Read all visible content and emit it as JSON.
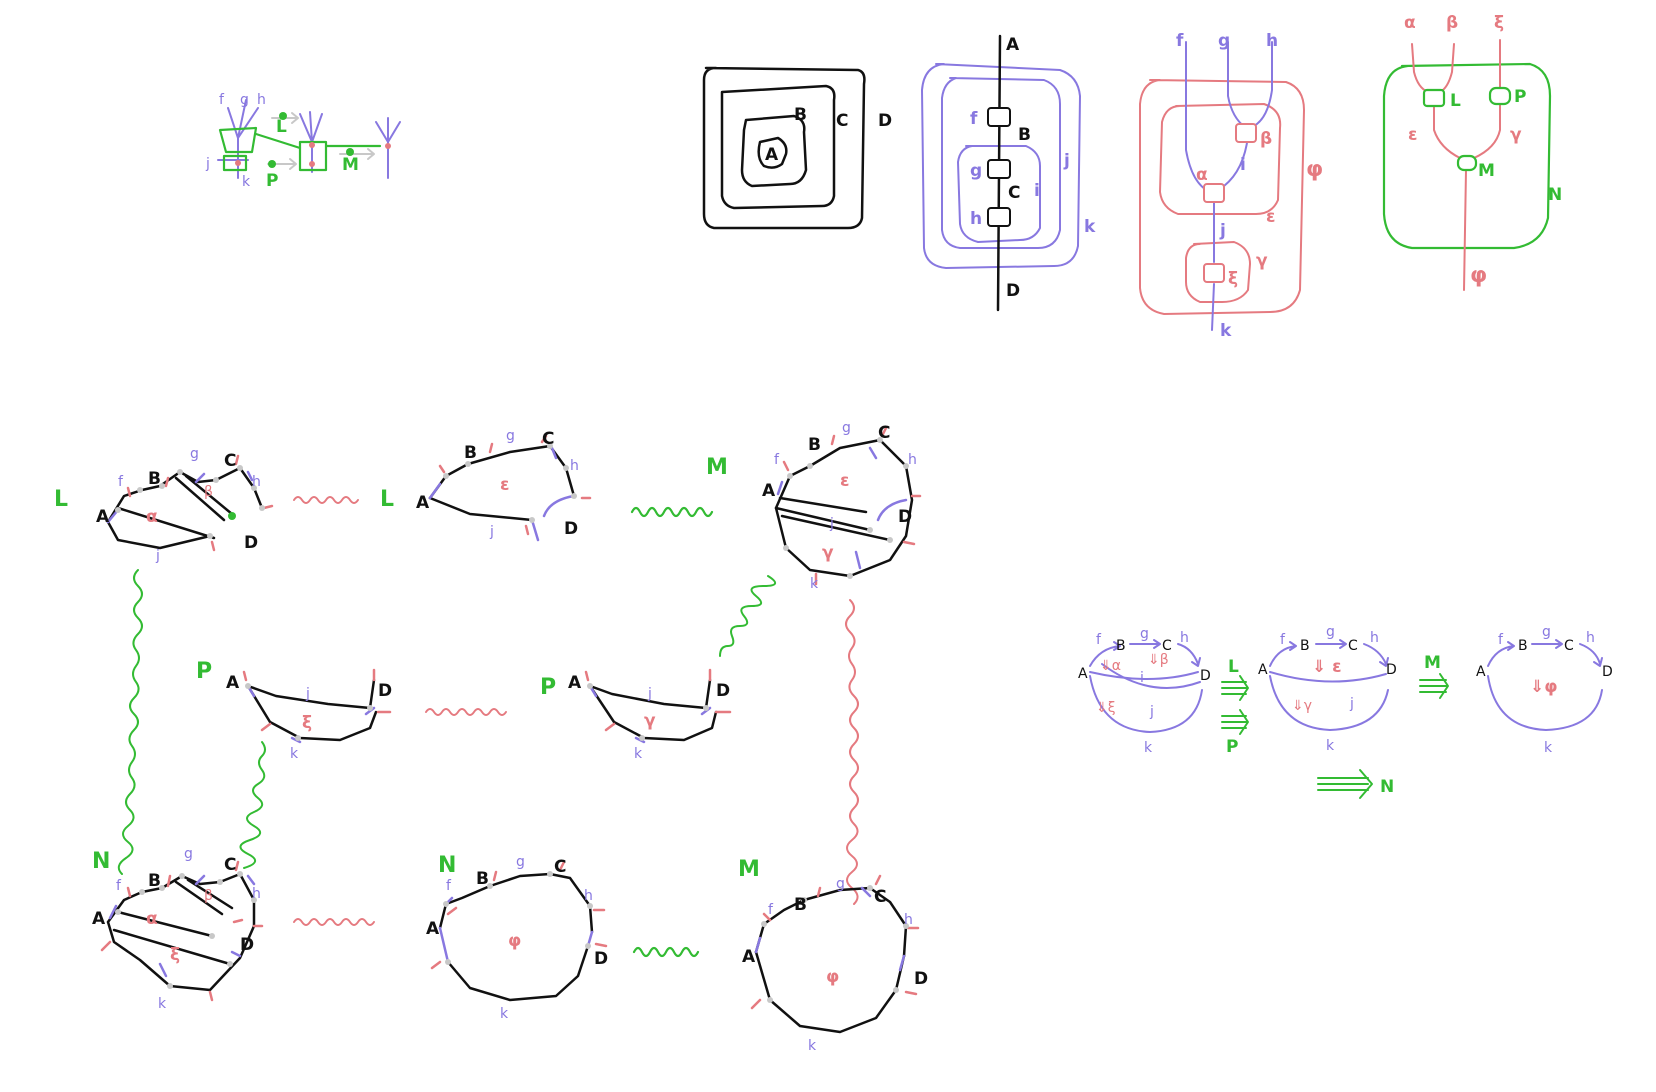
{
  "colors": {
    "black": "#111111",
    "purple": "#8878e0",
    "red": "#e57a80",
    "green": "#33bb33",
    "grey": "#c8c8c8",
    "background": "#ffffff"
  },
  "small_sketch": {
    "top_labels": [
      "f",
      "g",
      "h"
    ],
    "left_labels": [
      "j",
      "k"
    ],
    "green_labels": [
      "L",
      "P",
      "M"
    ]
  },
  "nested_black": {
    "labels": [
      "A",
      "B",
      "C",
      "D"
    ]
  },
  "nested_purple": {
    "wire_labels": [
      "A",
      "B",
      "C",
      "D"
    ],
    "box_labels": [
      "f",
      "g",
      "h"
    ],
    "region_labels": [
      "i",
      "j",
      "k"
    ]
  },
  "nested_red": {
    "wire_labels": [
      "f",
      "g",
      "h",
      "i",
      "j",
      "k"
    ],
    "node_labels": [
      "α",
      "β",
      "ξ"
    ],
    "region_labels": [
      "ε",
      "γ",
      "φ"
    ]
  },
  "nested_green": {
    "top_labels": [
      "α",
      "β",
      "ξ"
    ],
    "box_labels": [
      "L",
      "P",
      "M"
    ],
    "region_labels": [
      "ε",
      "γ",
      "N"
    ],
    "bottom_label": "φ"
  },
  "grid": {
    "r1c1": {
      "step": "L",
      "vertices": [
        "A",
        "B",
        "C",
        "D"
      ],
      "edges": [
        "f",
        "g",
        "h",
        "j"
      ],
      "cells": [
        "α",
        "β"
      ]
    },
    "r1c2": {
      "step": "L",
      "vertices": [
        "A",
        "B",
        "C",
        "D"
      ],
      "edges": [
        "g",
        "h",
        "j"
      ],
      "cells": [
        "ε"
      ]
    },
    "r1c3": {
      "step": "M",
      "vertices": [
        "A",
        "B",
        "C",
        "D"
      ],
      "edges": [
        "f",
        "g",
        "h",
        "j",
        "k"
      ],
      "cells": [
        "ε",
        "γ"
      ]
    },
    "r2c1": {
      "step": "P",
      "vertices": [
        "A",
        "D"
      ],
      "edges": [
        "j",
        "k"
      ],
      "cells": [
        "ξ"
      ]
    },
    "r2c2": {
      "step": "P",
      "vertices": [
        "A",
        "D"
      ],
      "edges": [
        "j",
        "k"
      ],
      "cells": [
        "γ"
      ]
    },
    "r3c1": {
      "step": "N",
      "vertices": [
        "A",
        "B",
        "C",
        "D"
      ],
      "edges": [
        "f",
        "g",
        "h",
        "k"
      ],
      "cells": [
        "α",
        "β",
        "ξ"
      ]
    },
    "r3c2": {
      "step": "N",
      "vertices": [
        "A",
        "B",
        "C",
        "D"
      ],
      "edges": [
        "f",
        "g",
        "h",
        "k"
      ],
      "cells": [
        "φ"
      ]
    },
    "r3c3": {
      "step": "M",
      "vertices": [
        "A",
        "B",
        "C",
        "D"
      ],
      "edges": [
        "f",
        "g",
        "h",
        "k"
      ],
      "cells": [
        "φ"
      ]
    }
  },
  "right_sequence": {
    "d1": {
      "vertices": [
        "A",
        "B",
        "C",
        "D"
      ],
      "edges": [
        "f",
        "g",
        "h",
        "i",
        "j",
        "k"
      ],
      "cells": [
        "⇓α",
        "⇓β",
        "⇓ξ"
      ]
    },
    "arrow1": {
      "labels": [
        "L",
        "P"
      ]
    },
    "d2": {
      "vertices": [
        "A",
        "B",
        "C",
        "D"
      ],
      "edges": [
        "f",
        "g",
        "h",
        "j",
        "k"
      ],
      "cells": [
        "⇓ ε",
        "⇓γ"
      ]
    },
    "arrow2": {
      "label": "M"
    },
    "d3": {
      "vertices": [
        "A",
        "B",
        "C",
        "D"
      ],
      "edges": [
        "f",
        "g",
        "h",
        "k"
      ],
      "cells": [
        "⇓φ"
      ]
    },
    "arrow3": {
      "label": "N"
    }
  }
}
